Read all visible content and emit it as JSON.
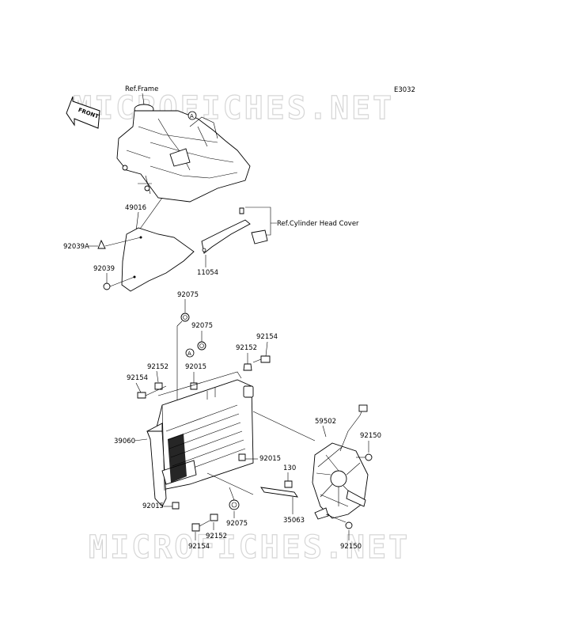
{
  "watermark": {
    "text": "MICROFICHES.NET"
  },
  "diagram_code": "E3032",
  "front_arrow": {
    "text": "FRONT"
  },
  "references": {
    "frame": "Ref.Frame",
    "cylinder_head_cover": "Ref.Cylinder Head Cover"
  },
  "callout_marker": "A",
  "part_numbers": {
    "p49016": "49016",
    "p92039A": "92039A",
    "p92039": "92039",
    "p11054": "11054",
    "p92075_top": "92075",
    "p92075_mid": "92075",
    "p92015_top": "92015",
    "p92152_right": "92152",
    "p92154_right": "92154",
    "p92152_left": "92152",
    "p92154_left": "92154",
    "p39060": "39060",
    "p92015_mid": "92015",
    "p92015_bottom": "92015",
    "p59502": "59502",
    "p92150_top": "92150",
    "p130": "130",
    "p35063": "35063",
    "p92154_bottom": "92154",
    "p92152_bottom": "92152",
    "p92075_bottom": "92075",
    "p92150_bottom": "92150"
  }
}
